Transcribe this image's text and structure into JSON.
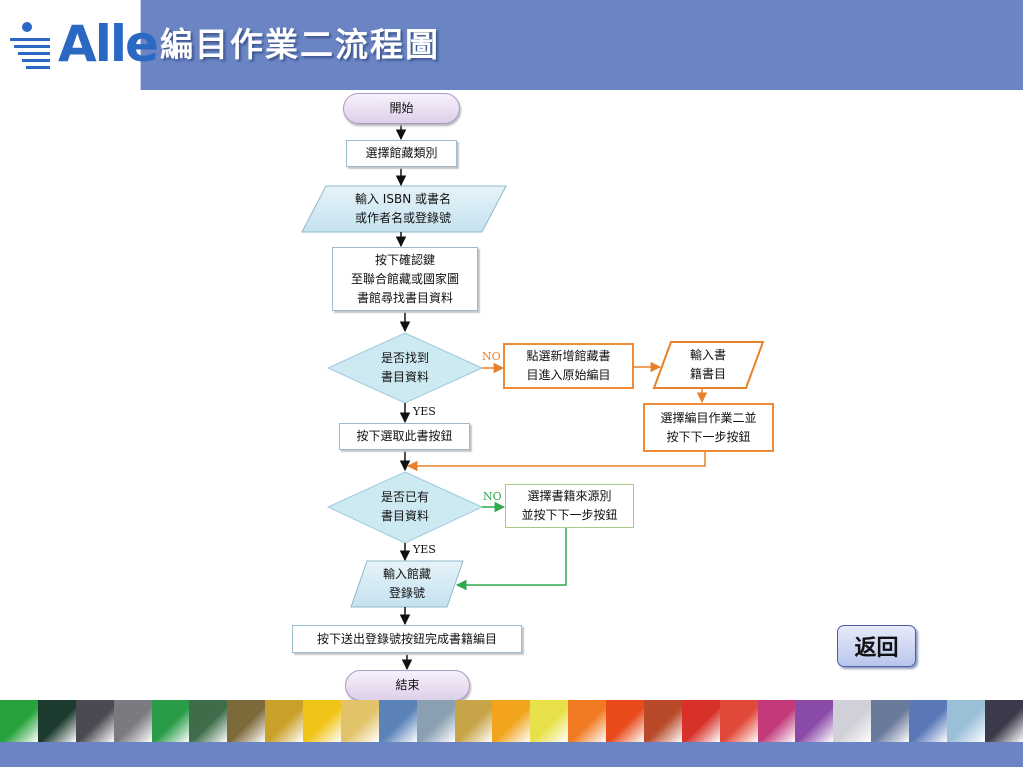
{
  "header": {
    "logo_text": "Alle",
    "title": "編目作業二流程圖"
  },
  "flow": {
    "start": "開始",
    "select_collection": "選擇館藏類別",
    "input_isbn": "輸入 ISBN 或書名\n或作者名或登錄號",
    "press_confirm": "按下確認鍵\n至聯合館藏或國家圖\n書館尋找書目資料",
    "found_record": "是否找到\n書目資料",
    "no_label_1": "NO",
    "yes_label_1": "YES",
    "new_collection": "點選新增館藏書\n目進入原始編目",
    "input_book": "輸入書\n籍書目",
    "select_catalog2": "選擇編目作業二並\n按下下一步按鈕",
    "press_select_book": "按下選取此書按鈕",
    "has_record": "是否已有\n書目資料",
    "no_label_2": "NO",
    "yes_label_2": "YES",
    "select_source": "選擇書籍來源別\n並按下下一步按鈕",
    "input_accession": "輸入館藏\n登錄號",
    "submit": "按下送出登錄號按鈕完成書籍編目",
    "end": "結束"
  },
  "nav": {
    "back_label": "返回"
  },
  "colors": {
    "header_blue": "#6a84c4",
    "diamond_fill": "#cde9f2",
    "orange": "#e8822a",
    "green": "#2fa84f"
  },
  "footer": {
    "tiles": [
      "#27a23c",
      "#1c3a2e",
      "#4a4a52",
      "#7a7a80",
      "#2a9c47",
      "#3f6d4a",
      "#7c6a3a",
      "#c9a12a",
      "#f0c419",
      "#e2c36a",
      "#5c83b8",
      "#8aa0b2",
      "#c6a447",
      "#f2a41f",
      "#e8e14a",
      "#f07a22",
      "#e84a1a",
      "#b84a2a",
      "#d7312a",
      "#e14a3a",
      "#c23a7a",
      "#8a4aa8",
      "#d0d0d8",
      "#6a7a9a",
      "#5a78b8",
      "#9ac0d8",
      "#3a3a4a"
    ]
  }
}
